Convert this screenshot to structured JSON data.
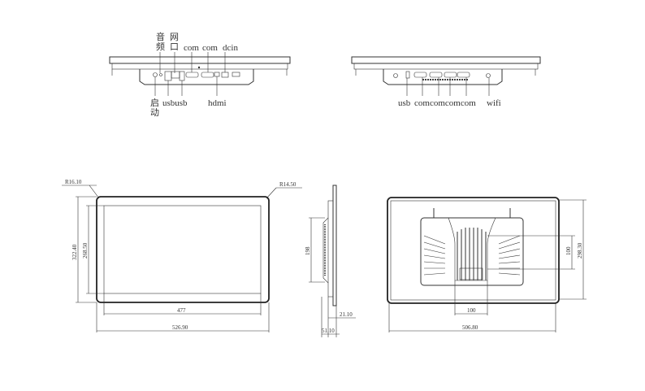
{
  "top_left_view": {
    "labels_top": {
      "audio_1": "音",
      "audio_2": "频",
      "lan_1": "网",
      "lan_2": "口",
      "com1": "com",
      "com2": "com",
      "dcin": "dcin"
    },
    "labels_bottom": {
      "power_1": "启",
      "power_2": "动",
      "usb": "usbusb",
      "hdmi": "hdmi"
    }
  },
  "top_right_view": {
    "labels_bottom": {
      "usb": "usb",
      "com": "comcomcomcom",
      "wifi": "wifi"
    }
  },
  "front_view": {
    "radius_left": "R16.10",
    "radius_right": "R14.50",
    "height_outer": "322.40",
    "height_inner": "268.50",
    "width_inner": "477",
    "width_outer": "526.90"
  },
  "side_view": {
    "height": "198",
    "depth_front": "21.10",
    "depth_total": "51.10"
  },
  "back_view": {
    "vesa_v": "100",
    "vesa_h": "100",
    "height": "298.30",
    "width": "506.80"
  }
}
